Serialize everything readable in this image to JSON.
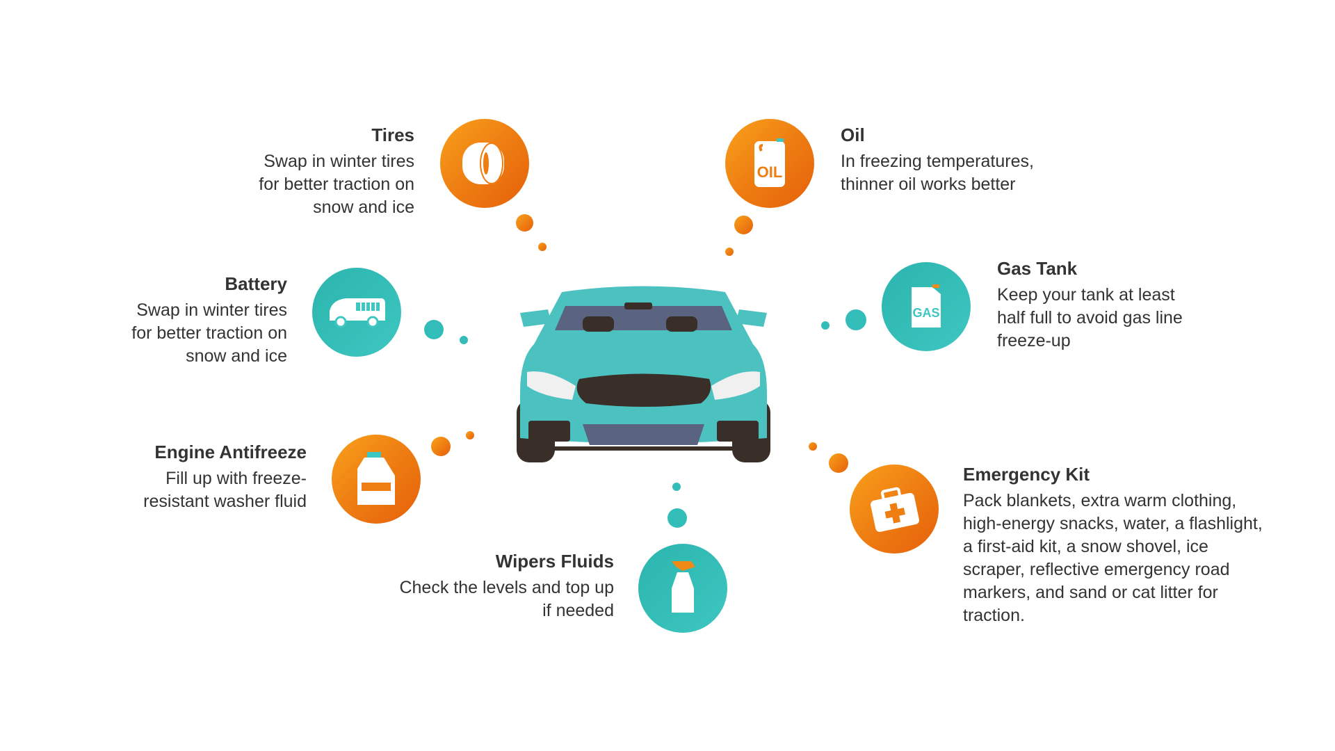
{
  "items": {
    "tires": {
      "title": "Tires",
      "lines": [
        "Swap in winter tires",
        "for better traction on",
        "snow and ice"
      ],
      "icon": "tire-icon"
    },
    "oil": {
      "title": "Oil",
      "lines": [
        "In freezing temperatures,",
        "thinner oil works better"
      ],
      "icon": "oil-can-icon",
      "icon_label": "OIL"
    },
    "battery": {
      "title": "Battery",
      "lines": [
        "Swap in winter tires",
        "for better traction on",
        "snow and ice"
      ],
      "icon": "battery-car-icon"
    },
    "gas": {
      "title": "Gas Tank",
      "lines": [
        "Keep your tank at least",
        "half full to avoid gas line",
        "freeze-up"
      ],
      "icon": "gas-can-icon",
      "icon_label": "GAS"
    },
    "antifreeze": {
      "title": "Engine Antifreeze",
      "lines": [
        "Fill up with freeze-",
        "resistant washer fluid"
      ],
      "icon": "antifreeze-bottle-icon"
    },
    "emergency": {
      "title": "Emergency Kit",
      "lines": [
        "Pack blankets, extra warm clothing,",
        "high-energy snacks, water, a flashlight,",
        "a first-aid kit, a snow shovel, ice",
        "scraper, reflective emergency road",
        "markers, and sand or cat litter for",
        "traction."
      ],
      "icon": "first-aid-kit-icon"
    },
    "wipers": {
      "title": "Wipers Fluids",
      "lines": [
        "Check the levels and top up",
        "if needed"
      ],
      "icon": "spray-bottle-icon"
    }
  },
  "colors": {
    "orange": "#ee7d12",
    "teal": "#3ec6c2",
    "car": "#4cc2c0",
    "text": "#333333"
  }
}
